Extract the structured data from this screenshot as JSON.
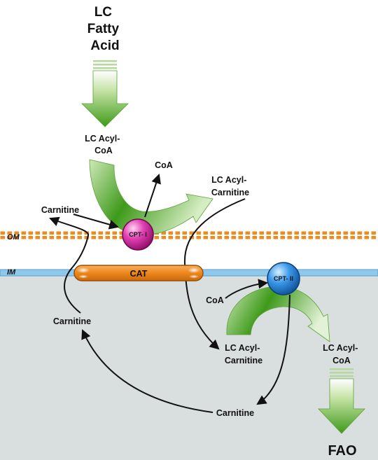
{
  "labels": {
    "substrate": [
      "LC",
      "Fatty",
      "Acid"
    ],
    "acyl_coa_top": [
      "LC Acyl-",
      "CoA"
    ],
    "coa_top": "CoA",
    "acyl_carnitine_top": [
      "LC Acyl-",
      "Carnitine"
    ],
    "carnitine_top": "Carnitine",
    "outer_membrane": "OM",
    "inner_membrane": "IM",
    "cpt1": "CPT- I",
    "cat": "CAT",
    "cpt2": "CPT- II",
    "coa_matrix": "CoA",
    "carnitine_left": "Carnitine",
    "acyl_carnitine_matrix": [
      "LC Acyl-",
      "Carnitine"
    ],
    "acyl_coa_matrix": [
      "LC Acyl-",
      "CoA"
    ],
    "carnitine_bottom": "Carnitine",
    "product": "FAO"
  },
  "colors": {
    "cytosol": "#ffffff",
    "matrix": "#d9dede",
    "outer_membrane": "#f08a1e",
    "inner_membrane": "#8ec8ea",
    "flux_arrow_green": "#3e9a1a",
    "cpt1_magenta": "#d21d9a",
    "cpt2_blue": "#1f7fd6",
    "cat_orange": "#f08a1e"
  }
}
